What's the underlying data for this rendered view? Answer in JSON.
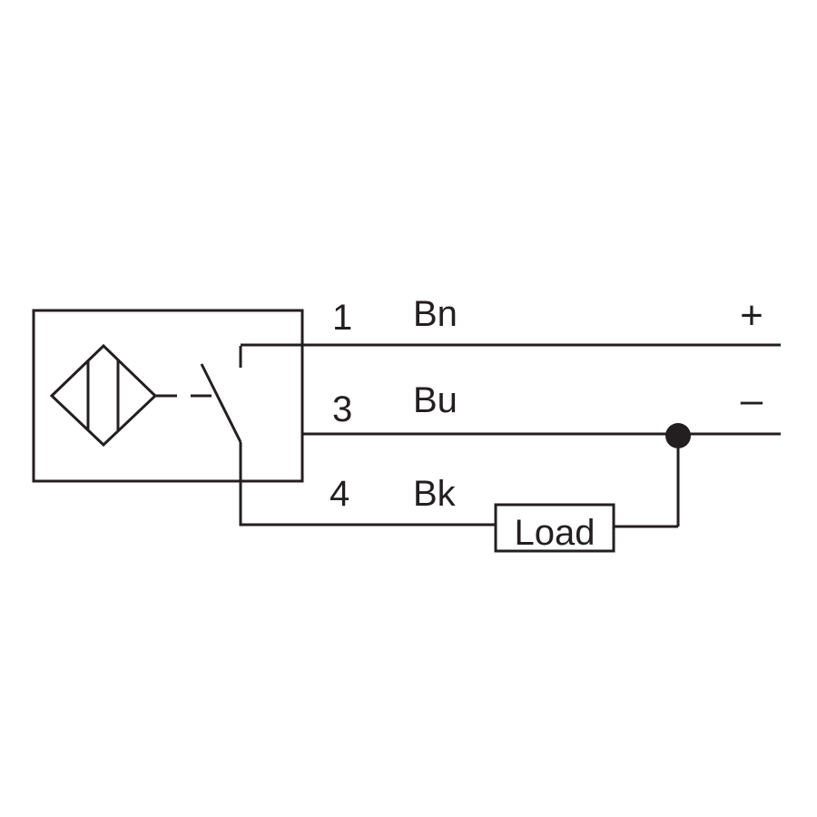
{
  "wires": [
    {
      "pin": "1",
      "color_code": "Bn",
      "polarity": "+"
    },
    {
      "pin": "3",
      "color_code": "Bu",
      "polarity": "–"
    },
    {
      "pin": "4",
      "color_code": "Bk",
      "polarity": ""
    }
  ],
  "load_label": "Load",
  "colors": {
    "line": "#231f20",
    "background": "#ffffff"
  }
}
